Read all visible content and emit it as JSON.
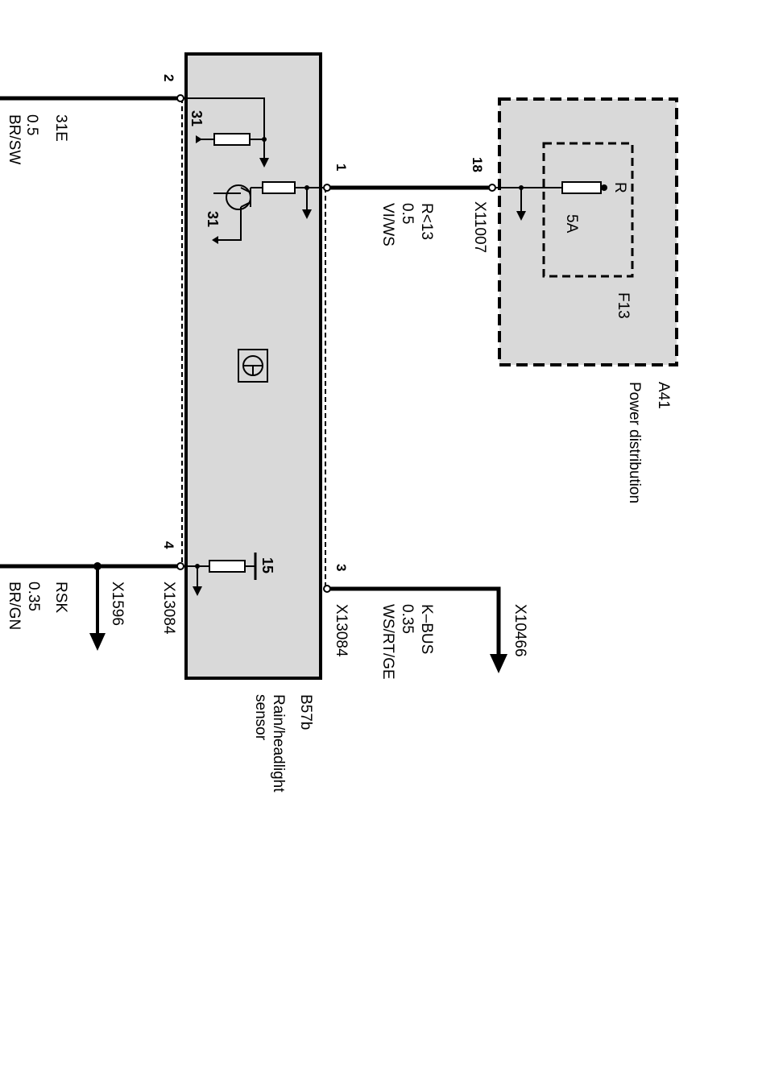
{
  "colors": {
    "module_fill": "#d9d9d9",
    "line": "#000000",
    "background": "#ffffff"
  },
  "sensor": {
    "id": "B57b",
    "name_line1": "Rain/headlight",
    "name_line2": "sensor",
    "pin_2": "2",
    "pin_1": "1",
    "pin_4": "4",
    "pin_3": "3",
    "ground_top": "31",
    "ground_transistor": "31",
    "terminal_15": "15"
  },
  "wires": {
    "w2": {
      "signal": "31E",
      "size": "0.5",
      "color": "BR/SW"
    },
    "w1": {
      "signal": "R<13",
      "size": "0.5",
      "color": "VI/WS"
    },
    "w4": {
      "signal": "RSK",
      "size": "0.35",
      "color": "BR/GN",
      "connector": "X13084",
      "splice": "X1596"
    },
    "w3": {
      "signal": "K–BUS",
      "size": "0.35",
      "color": "WS/RT/GE",
      "connector": "X13084",
      "splice": "X10466"
    }
  },
  "power_distribution": {
    "id": "A41",
    "name": "Power distribution",
    "pin": "18",
    "connector": "X11007",
    "fuse": "F13",
    "rating": "5A",
    "terminal": "R"
  }
}
